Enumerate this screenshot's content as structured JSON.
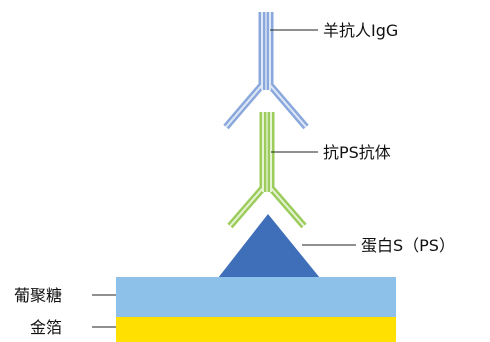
{
  "labels": {
    "goat_anti_human_igg": "羊抗人IgG",
    "anti_ps_antibody": "抗PS抗体",
    "protein_s": "蛋白S（PS）",
    "dextran": "葡聚糖",
    "gold_foil": "金箔"
  },
  "colors": {
    "igg_antibody": "#8aa8dc",
    "igg_antibody_core": "#dfe8f7",
    "anti_ps_antibody": "#9ccc5c",
    "anti_ps_antibody_core": "#e6f3d4",
    "protein_s": "#3e6fb8",
    "dextran_layer": "#8ec1ea",
    "gold_layer": "#ffe000",
    "leader_line": "#222222"
  }
}
